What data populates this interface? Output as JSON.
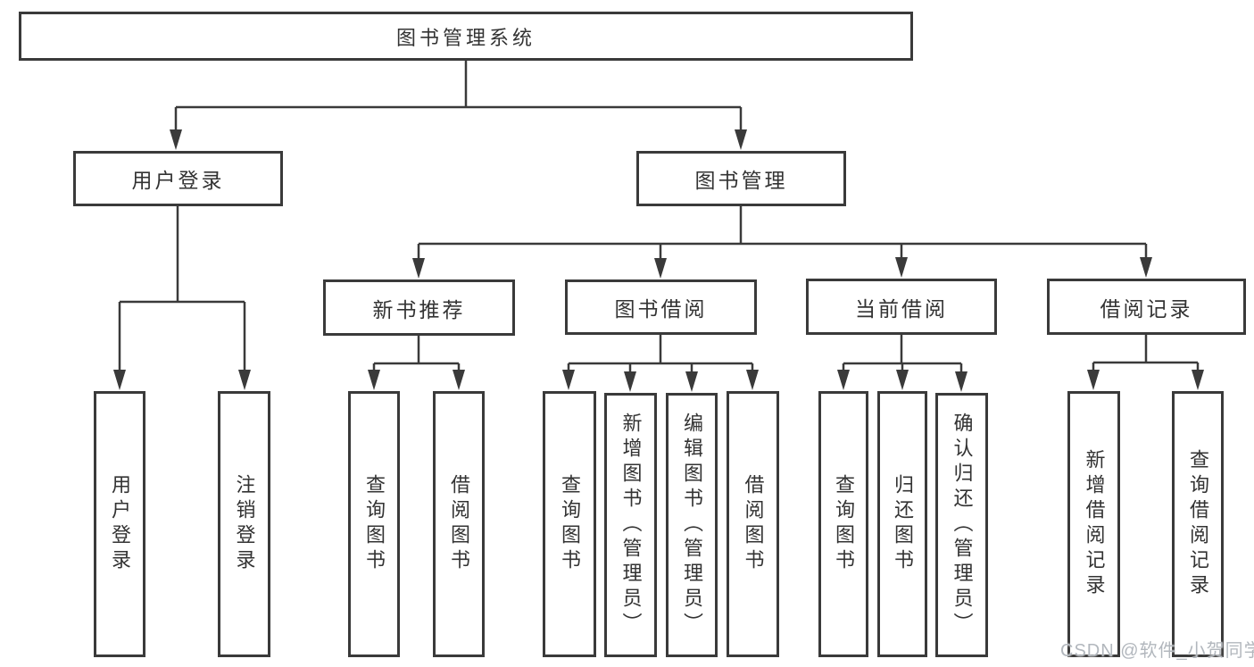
{
  "diagram": {
    "root": {
      "label": "图书管理系统"
    },
    "branches": [
      {
        "label": "用户登录",
        "children": [
          {
            "label": "用户登录"
          },
          {
            "label": "注销登录"
          }
        ]
      },
      {
        "label": "图书管理",
        "sections": [
          {
            "label": "新书推荐",
            "children": [
              {
                "label": "查询图书"
              },
              {
                "label": "借阅图书"
              }
            ]
          },
          {
            "label": "图书借阅",
            "children": [
              {
                "label": "查询图书"
              },
              {
                "label": "新增图书（管理员）"
              },
              {
                "label": "编辑图书（管理员）"
              },
              {
                "label": "借阅图书"
              }
            ]
          },
          {
            "label": "当前借阅",
            "children": [
              {
                "label": "查询图书"
              },
              {
                "label": "归还图书"
              },
              {
                "label": "确认归还（管理员）"
              }
            ]
          },
          {
            "label": "借阅记录",
            "children": [
              {
                "label": "新增借阅记录"
              },
              {
                "label": "查询借阅记录"
              }
            ]
          }
        ]
      }
    ]
  },
  "watermark": {
    "text": "CSDN @软件_小贺同学"
  },
  "colors": {
    "line": "#3a3a3a",
    "box_border": "#3a3a3a",
    "box_fill": "#ffffff",
    "text": "#333333",
    "watermark": "#b2b7bd"
  }
}
